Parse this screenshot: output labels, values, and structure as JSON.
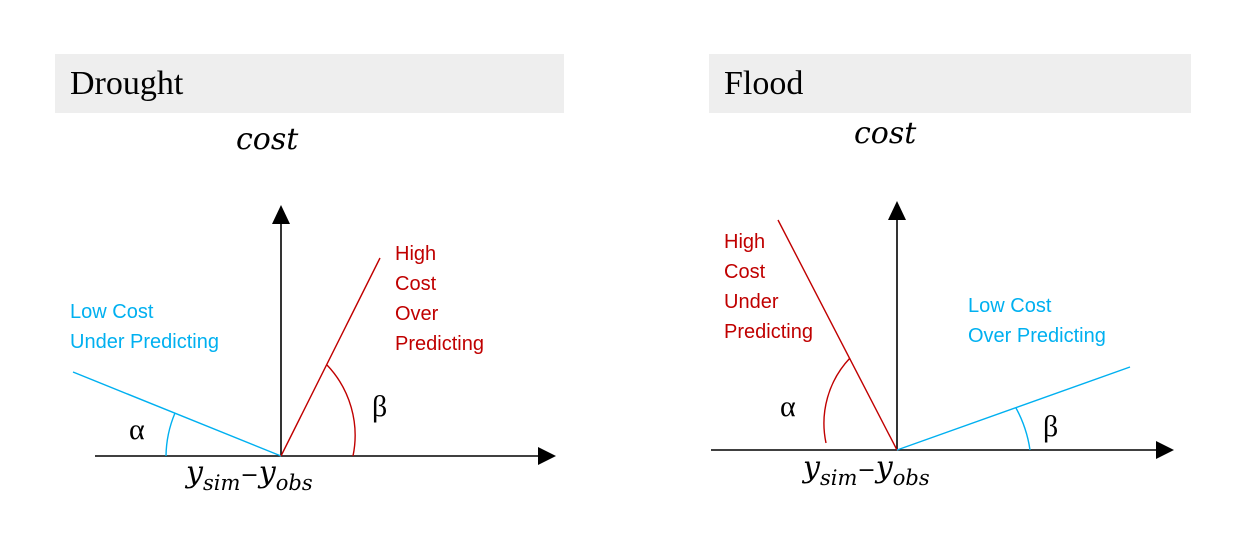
{
  "panels": [
    {
      "title": "Drought",
      "y_axis_label": "cost",
      "x_axis_label": {
        "base1": "y",
        "sub1": "sim",
        "minus": "−",
        "base2": "y",
        "sub2": "obs"
      },
      "left_label": [
        "Low Cost",
        "Under Predicting"
      ],
      "right_label": [
        "High",
        "Cost",
        "Over",
        "Predicting"
      ],
      "alpha": "α",
      "beta": "β"
    },
    {
      "title": "Flood",
      "y_axis_label": "cost",
      "x_axis_label": {
        "base1": "y",
        "sub1": "sim",
        "minus": "−",
        "base2": "y",
        "sub2": "obs"
      },
      "left_label": [
        "High",
        "Cost",
        "Under",
        "Predicting"
      ],
      "right_label": [
        "Low Cost",
        "Over Predicting"
      ],
      "alpha": "α",
      "beta": "β"
    }
  ],
  "colors": {
    "high_cost": "#c00000",
    "low_cost": "#00b0f0",
    "axis": "#000000",
    "title_bg": "#eeeeee"
  }
}
